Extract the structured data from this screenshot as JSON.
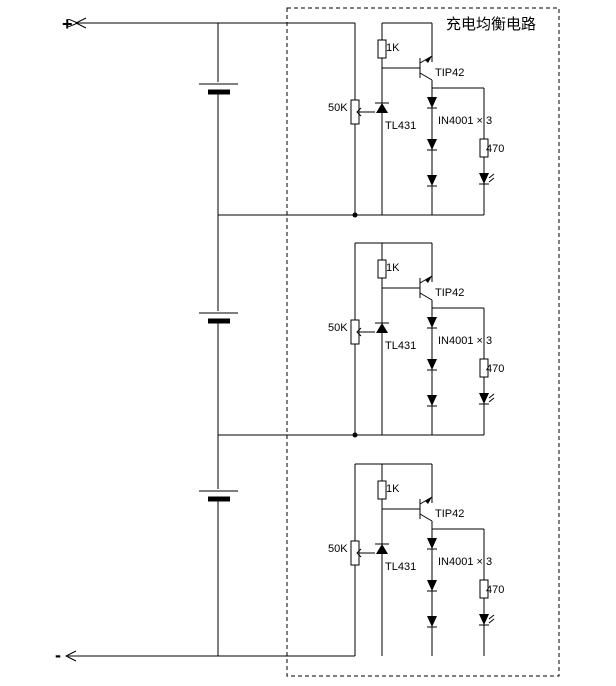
{
  "title": "充电均衡电路",
  "terminals": {
    "positive": "+",
    "negative": "-"
  },
  "cell_labels": {
    "resistor_1k": "1K",
    "transistor": "TIP42",
    "potentiometer": "50K",
    "regulator": "TL431",
    "diodes": "IN4001 × 3",
    "resistor_470": "470"
  },
  "colors": {
    "ink": "#000000",
    "background": "#ffffff"
  }
}
